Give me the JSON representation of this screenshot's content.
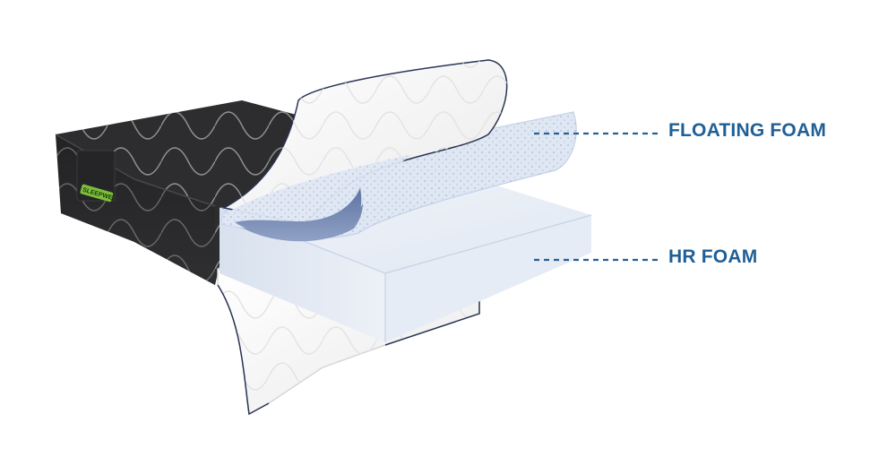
{
  "layers": [
    {
      "id": "floating",
      "label": "FLOATING FOAM"
    },
    {
      "id": "hr",
      "label": "HR FOAM"
    }
  ],
  "brand_logo": {
    "text": "SLEEPWELL",
    "rendered_as_picture": true
  },
  "colors": {
    "label_blue": "#1f5f96",
    "leader_blue": "#24609a",
    "cover_dark": "#2d2d2f",
    "cover_quilt_line": "#8f9490",
    "cover_white": "#f7f7f7",
    "foam_light": "#e3eaf4",
    "foam_shadow": "#6f85ad",
    "foam_edge": "#c4d2e6",
    "logo_green": "#7bbf3a"
  },
  "icons": {
    "product_illustration": "mattress-cutaway-illustration"
  }
}
